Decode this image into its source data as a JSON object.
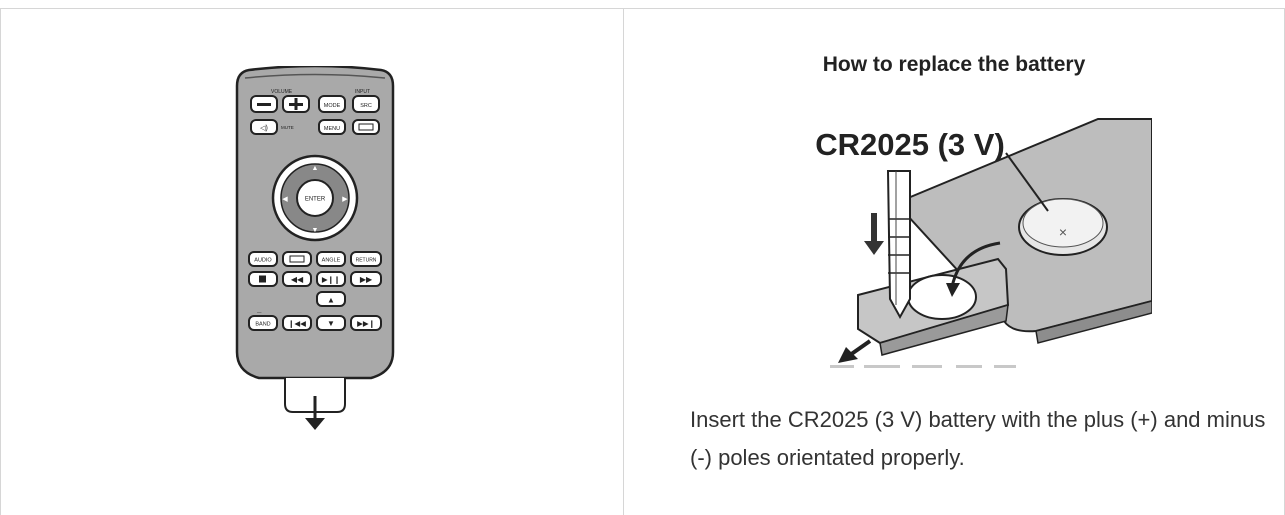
{
  "remote": {
    "volume_label": "VOLUME",
    "input_label": "INPUT",
    "mode_label": "MODE",
    "src_label": "SRC",
    "mute_label": "MUTE",
    "menu_label": "MENU",
    "enter_label": "ENTER",
    "audio_label": "AUDIO",
    "angle_label": "ANGLE",
    "return_label": "RETURN",
    "band_label": "BAND"
  },
  "battery": {
    "title": "How to replace the battery",
    "battery_label": "CR2025 (3 V)",
    "description": "Insert the CR2025 (3 V) battery with the plus (+) and minus (-) poles orientated properly."
  }
}
